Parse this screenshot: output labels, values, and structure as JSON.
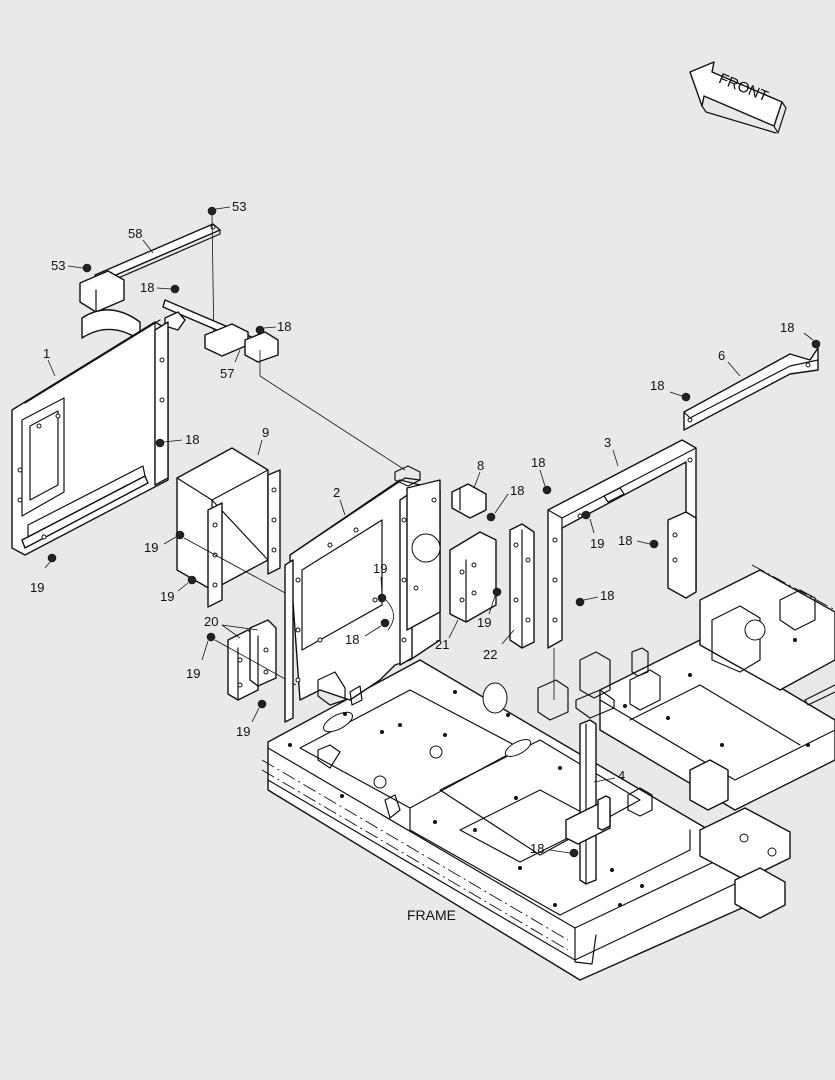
{
  "direction_marker": {
    "label": "FRONT",
    "icon": "front-arrow-icon"
  },
  "frame_label": "FRAME",
  "callouts": {
    "c1": "1",
    "c2": "2",
    "c3": "3",
    "c4": "4",
    "c6": "6",
    "c8": "8",
    "c9": "9",
    "c20": "20",
    "c21": "21",
    "c22": "22",
    "c57": "57",
    "c58": "58",
    "c53a": "53",
    "c53b": "53",
    "c18a": "18",
    "c18b": "18",
    "c18c": "18",
    "c18d": "18",
    "c18e": "18",
    "c18f": "18",
    "c18g": "18",
    "c18h": "18",
    "c18i": "18",
    "c18j": "18",
    "c18k": "18",
    "c19a": "19",
    "c19b": "19",
    "c19c": "19",
    "c19d": "19",
    "c19e": "19",
    "c19f": "19",
    "c19g": "19",
    "c19h": "19"
  },
  "colors": {
    "line": "#111111",
    "background": "#e9e9e9",
    "part_fill": "#ffffff"
  }
}
